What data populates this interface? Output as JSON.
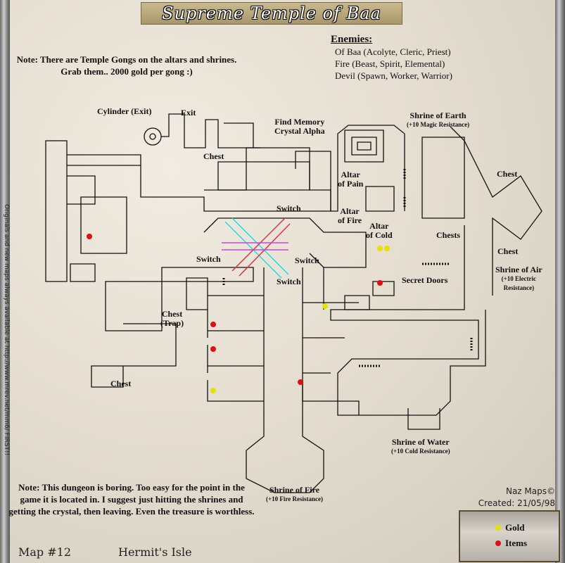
{
  "title": "Supreme Temple of Baa",
  "note_top": "Note:  There are Temple Gongs on the altars and shrines.  Grab them.. 2000 gold per gong :)",
  "enemies": {
    "heading": "Enemies:",
    "items": [
      "Of Baa (Acolyte, Cleric, Priest)",
      "Fire (Beast, Spirit, Elemental)",
      "Devil (Spawn, Worker, Warrior)"
    ]
  },
  "side_text": "Originals and new maps always available at http://www.mrev.net/mm6/ FIRST!!",
  "labels": {
    "cylinder": "Cylinder (Exit)",
    "exit": "Exit",
    "find_crystal": "Find Memory",
    "find_crystal2": "Crystal Alpha",
    "chest_top": "Chest",
    "shrine_earth": "Shrine of Earth",
    "shrine_earth_sub": "(+10 Magic Resistance)",
    "chest_right_top": "Chest",
    "altar_pain": "Altar",
    "altar_pain2": "of Pain",
    "altar_fire": "Altar",
    "altar_fire2": "of Fire",
    "altar_cold": "Altar",
    "altar_cold2": "of Cold",
    "chests": "Chests",
    "chest_right_bottom": "Chest",
    "shrine_air": "Shrine of Air",
    "shrine_air_sub": "(+10 Electric",
    "shrine_air_sub2": "Resistance)",
    "switch1": "Switch",
    "switch2": "Switch",
    "switch3": "Switch",
    "switch4": "Switch",
    "secret_doors": "Secret Doors",
    "chest_trap": "Chest",
    "chest_trap2": "(Trap)",
    "chest_left": "Chest",
    "shrine_water": "Shrine of Water",
    "shrine_water_sub": "(+10 Cold Resistance)",
    "shrine_fire": "Shrine of Fire",
    "shrine_fire_sub": "(+10 Fire Resistance)"
  },
  "note_bottom": "Note: This dungeon is boring.  Too easy for the point in the game it is located in.  I suggest just hitting the shrines and getting the crystal, then leaving.  Even the treasure is worthless.",
  "credit": {
    "brand": "Naz Maps©",
    "created": "Created: 21/05/98"
  },
  "legend": {
    "gold": "Gold",
    "items": "Items",
    "gold_color": "#e8e000",
    "items_color": "#dd1111"
  },
  "footer": {
    "map_number": "Map #12",
    "location": "Hermit's Isle"
  }
}
